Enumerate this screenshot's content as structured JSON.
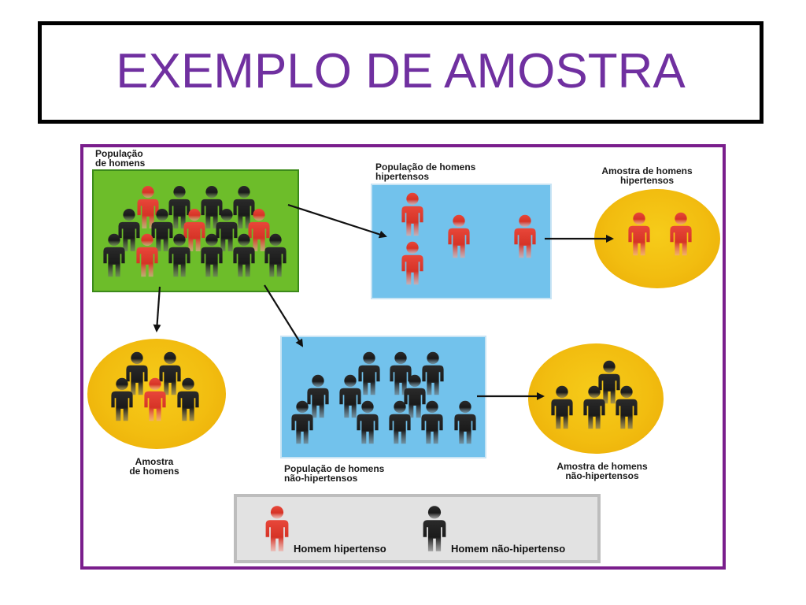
{
  "title": "EXEMPLO DE AMOSTRA",
  "labels": {
    "populacao_homens": [
      "População",
      "de homens"
    ],
    "populacao_hipertensos": [
      "População de homens",
      "hipertensos"
    ],
    "amostra_hipertensos": [
      "Amostra de homens",
      "hipertensos"
    ],
    "amostra_homens": [
      "Amostra",
      "de homens"
    ],
    "populacao_nao_hipertensos": [
      "População de homens",
      "não-hipertensos"
    ],
    "amostra_nao_hipertensos": [
      "Amostra de homens",
      "não-hipertensos"
    ]
  },
  "legend": {
    "hypertensive": "Homem hipertenso",
    "non_hypertensive": "Homem não-hipertenso"
  },
  "colors": {
    "title": "#7030a0",
    "frame": "#7a1e8c",
    "hypertensive_person": "#e03a2e",
    "non_hypertensive_person": "#1e1e1e",
    "green_population": "#6dbd2a",
    "blue_population": "#72c2ec",
    "sample_ellipse": "#f2bd10"
  },
  "icons": {
    "person": "person-icon",
    "arrow": "arrow-icon"
  }
}
